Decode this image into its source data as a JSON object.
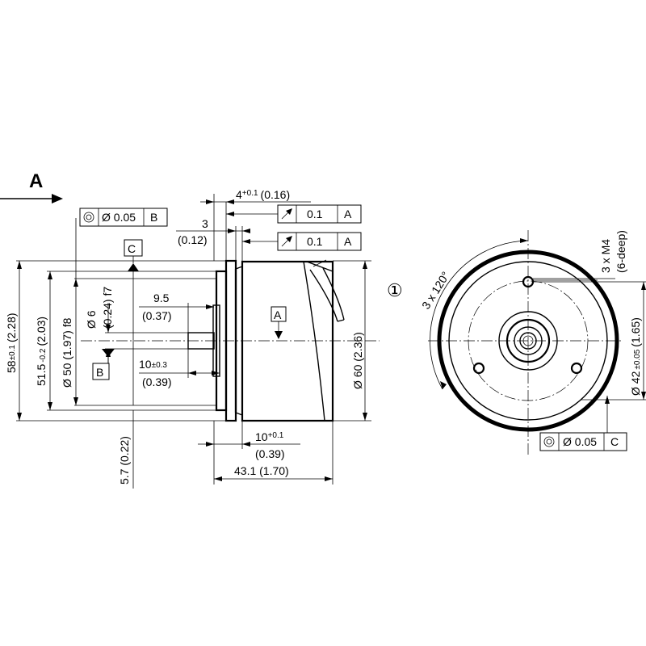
{
  "view_label": "A",
  "detail_label": "①",
  "frames": {
    "conc_b": {
      "symbol": "◎",
      "value": "Ø 0.05",
      "datum": "B"
    },
    "runout_top": {
      "value": "0.1",
      "datum": "A"
    },
    "runout_bottom": {
      "value": "0.1",
      "datum": "A"
    },
    "conc_c": {
      "symbol": "◎",
      "value": "Ø 0.05",
      "datum": "C"
    }
  },
  "datums": {
    "a": "A",
    "b": "B",
    "c": "C"
  },
  "dims": {
    "d4_main": "4",
    "d4_tol": "+0.1",
    "d4_in": "(0.16)",
    "d3_main": "3",
    "d3_in": "(0.12)",
    "d58_main": "58",
    "d58_tol": "±0.1",
    "d58_in": "(2.28)",
    "d515_main": "51.5",
    "d515_tol": "-0.2",
    "d515_in": "(2.03)",
    "d50": "Ø 50 (1.97) f8",
    "d6_main": "Ø 6",
    "d6_sub": "(0.24) f7",
    "d95_main": "9.5",
    "d95_in": "(0.37)",
    "d10s_main": "10",
    "d10s_tol": "±0.3",
    "d10s_in": "(0.39)",
    "d60": "Ø 60 (2.36)",
    "d10b_main": "10",
    "d10b_tol": "+0.1",
    "d10b_in": "(0.39)",
    "d431": "43.1 (1.70)",
    "d57": "5.7 (0.22)",
    "d3x120": "3 x 120°",
    "m4_main": "3 x M4",
    "m4_sub": "(6-deep)",
    "d42_main": "Ø 42",
    "d42_tol": "±0.05",
    "d42_in": "(1.65)"
  }
}
